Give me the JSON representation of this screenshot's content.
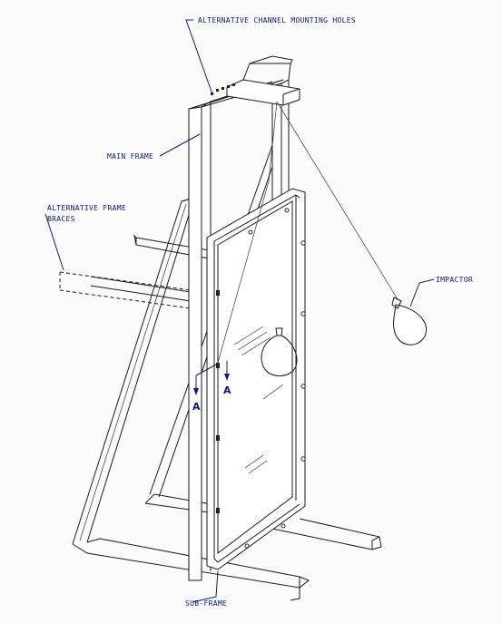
{
  "labels": {
    "mounting_holes": "ALTERNATIVE CHANNEL MOUNTING HOLES",
    "main_frame": "MAIN FRAME",
    "braces_line1": "ALTERNATIVE FRAME",
    "braces_line2": "BRACES",
    "impactor": "IMPACTOR",
    "sub_frame": "SUB-FRAME",
    "section_a_left": "A",
    "section_a_right": "A"
  },
  "colors": {
    "label": "#0a1b7a",
    "line": "#1a1a1a",
    "background": "#fbfbfb"
  }
}
